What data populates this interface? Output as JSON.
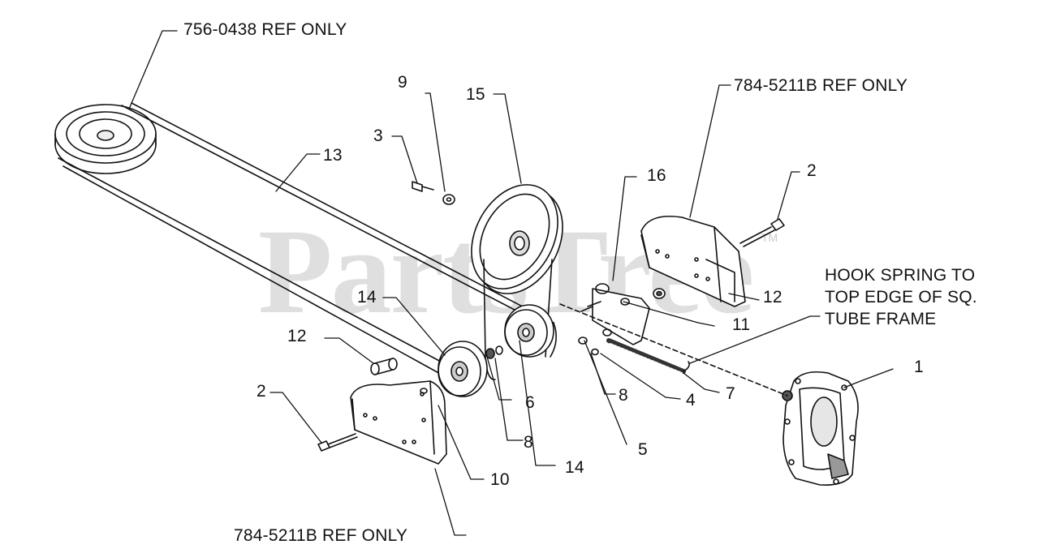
{
  "watermark": {
    "text": "PartsTree",
    "tm": "TM"
  },
  "colors": {
    "line": "#111111",
    "text": "#111111",
    "watermark": "#9a9a9a"
  },
  "labels": {
    "ref_belt": "756-0438 REF ONLY",
    "ref_bracket_top": "784-5211B REF ONLY",
    "ref_bracket_bottom": "784-5211B REF ONLY",
    "note_line1": "HOOK SPRING TO",
    "note_line2": "TOP EDGE OF SQ.",
    "note_line3": "TUBE FRAME",
    "p1": "1",
    "p2_left": "2",
    "p2_right": "2",
    "p3": "3",
    "p4": "4",
    "p5": "5",
    "p6": "6",
    "p7": "7",
    "p8_center": "8",
    "p8_right": "8",
    "p9": "9",
    "p10": "10",
    "p11": "11",
    "p12_left": "12",
    "p12_right": "12",
    "p13": "13",
    "p14_left": "14",
    "p14_bottom": "14",
    "p15": "15",
    "p16": "16"
  }
}
